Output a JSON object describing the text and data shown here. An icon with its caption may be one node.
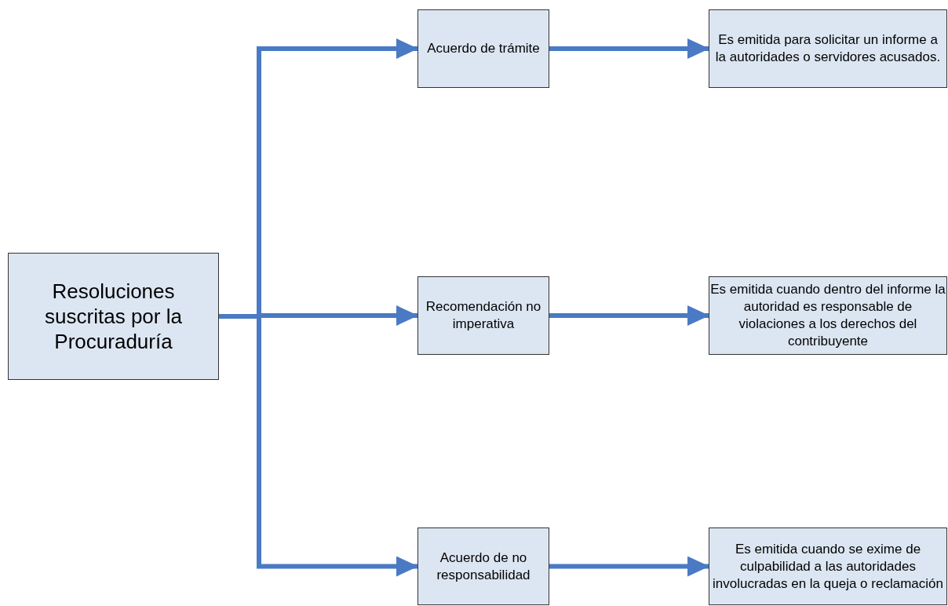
{
  "diagram": {
    "nodes": [
      {
        "text": [
          "Resoluciones suscritas por la Procuraduría"
        ]
      },
      {
        "text": [
          "Acuerdo de trámite"
        ]
      },
      {
        "text": [
          "Es emitida para solicitar un informe a la autoridades o servidores acusados."
        ]
      },
      {
        "text": [
          "Recomendación no imperativa"
        ]
      },
      {
        "text": [
          "Es emitida cuando dentro del informe la autoridad es responsable de violaciones a los derechos del contribuyente"
        ]
      },
      {
        "text": [
          "Acuerdo de no responsabilidad"
        ]
      },
      {
        "text": [
          "Es emitida cuando se exime de culpabilidad a las autoridades involucradas en la queja o reclamación"
        ]
      }
    ],
    "edges": [
      {
        "from": 0,
        "to": 1,
        "arrow": "to"
      },
      {
        "from": 0,
        "to": 3,
        "arrow": "to"
      },
      {
        "from": 0,
        "to": 5,
        "arrow": "to"
      },
      {
        "from": 1,
        "to": 2,
        "arrow": "to"
      },
      {
        "from": 3,
        "to": 4,
        "arrow": "to"
      },
      {
        "from": 5,
        "to": 6,
        "arrow": "to"
      }
    ]
  }
}
